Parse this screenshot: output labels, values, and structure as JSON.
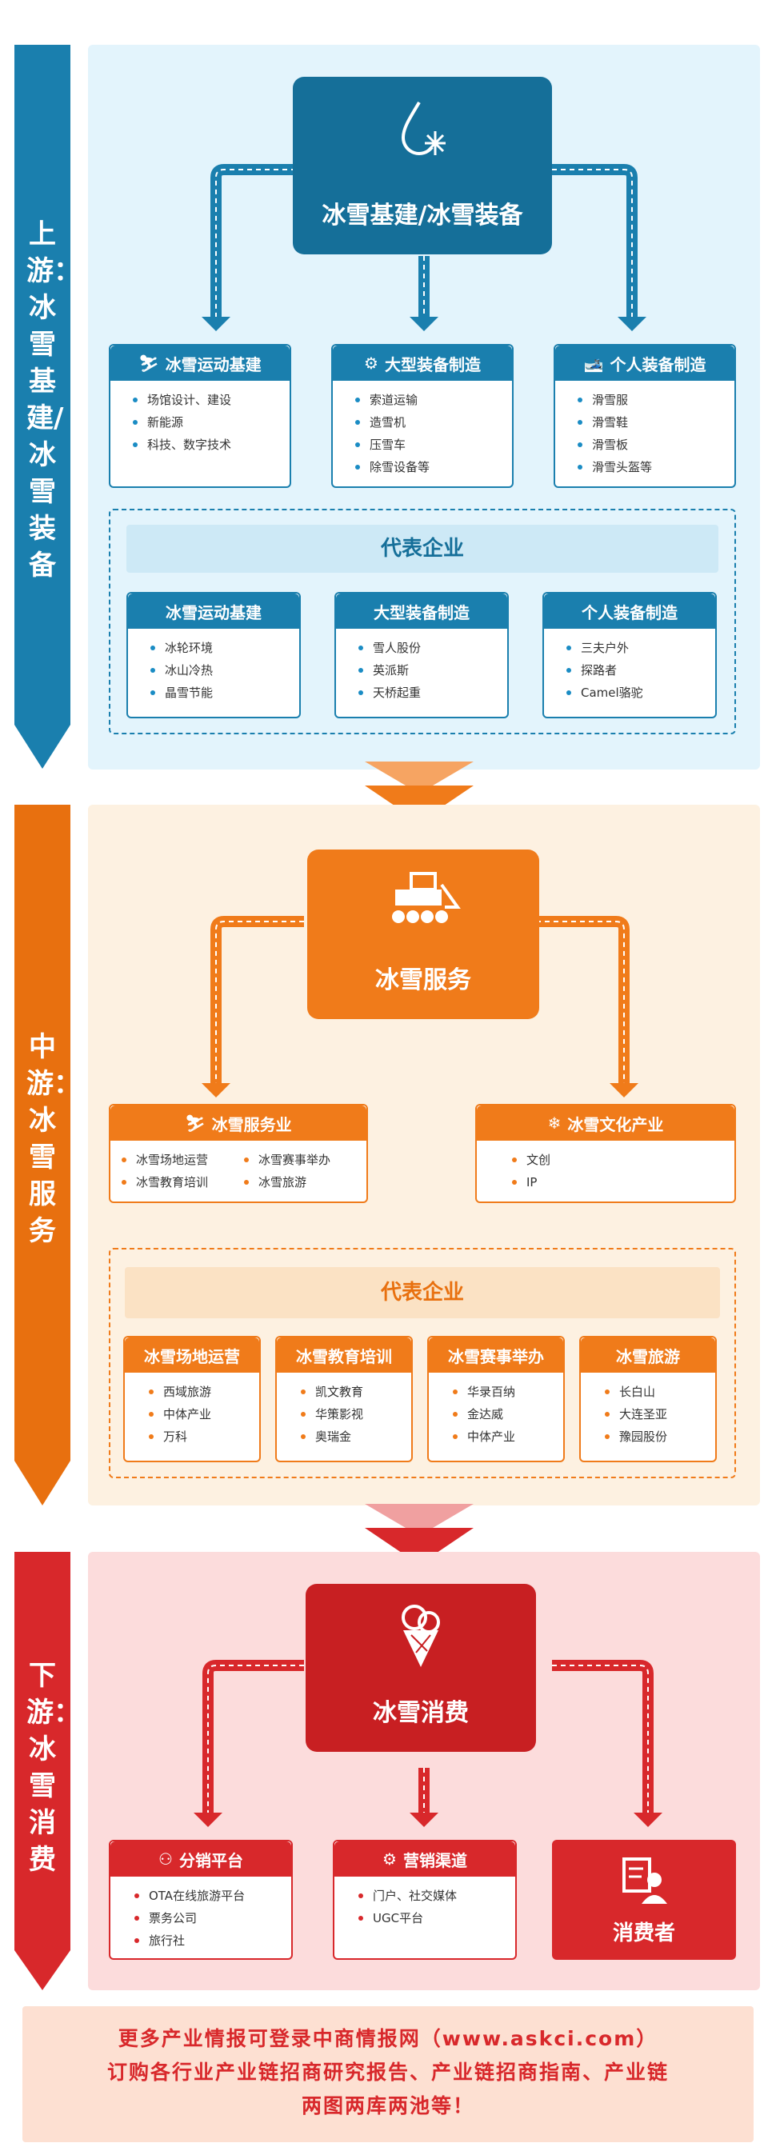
{
  "colors": {
    "blue": "#1a7fae",
    "orange": "#f07b1a",
    "red": "#d8282b"
  },
  "upstream": {
    "side_label": "上游：冰雪基建/冰雪装备",
    "hub_title": "冰雪基建/冰雪装备",
    "hub_icon": "water-drop-snowflake-icon",
    "cards": [
      {
        "title": "冰雪运动基建",
        "icon": "skier-icon",
        "items": [
          "场馆设计、建设",
          "新能源",
          "科技、数字技术"
        ]
      },
      {
        "title": "大型装备制造",
        "icon": "gear-icon",
        "items": [
          "索道运输",
          "造雪机",
          "压雪车",
          "除雪设备等"
        ]
      },
      {
        "title": "个人装备制造",
        "icon": "skier-person-icon",
        "items": [
          "滑雪服",
          "滑雪鞋",
          "滑雪板",
          "滑雪头盔等"
        ]
      }
    ],
    "rep_title": "代表企业",
    "rep_cards": [
      {
        "title": "冰雪运动基建",
        "items": [
          "冰轮环境",
          "冰山冷热",
          "晶雪节能"
        ]
      },
      {
        "title": "大型装备制造",
        "items": [
          "雪人股份",
          "英派斯",
          "天桥起重"
        ]
      },
      {
        "title": "个人装备制造",
        "items": [
          "三夫户外",
          "探路者",
          "Camel骆驼"
        ]
      }
    ]
  },
  "midstream": {
    "side_label": "中游：冰雪服务",
    "hub_title": "冰雪服务",
    "hub_icon": "snow-groomer-icon",
    "cards": [
      {
        "title": "冰雪服务业",
        "icon": "skier-icon",
        "items": [
          "冰雪场地运营",
          "冰雪赛事举办",
          "冰雪教育培训",
          "冰雪旅游"
        ]
      },
      {
        "title": "冰雪文化产业",
        "icon": "snowflake-icon",
        "items": [
          "文创",
          "IP"
        ]
      }
    ],
    "rep_title": "代表企业",
    "rep_cards": [
      {
        "title": "冰雪场地运营",
        "items": [
          "西域旅游",
          "中体产业",
          "万科"
        ]
      },
      {
        "title": "冰雪教育培训",
        "items": [
          "凯文教育",
          "华策影视",
          "奥瑞金"
        ]
      },
      {
        "title": "冰雪赛事举办",
        "items": [
          "华录百纳",
          "金达威",
          "中体产业"
        ]
      },
      {
        "title": "冰雪旅游",
        "items": [
          "长白山",
          "大连圣亚",
          "豫园股份"
        ]
      }
    ]
  },
  "downstream": {
    "side_label": "下游：冰雪消费",
    "hub_title": "冰雪消费",
    "hub_icon": "ice-cream-icon",
    "cards": [
      {
        "title": "分销平台",
        "icon": "network-icon",
        "items": [
          "OTA在线旅游平台",
          "票务公司",
          "旅行社"
        ]
      },
      {
        "title": "营销渠道",
        "icon": "channel-icon",
        "items": [
          "门户、社交媒体",
          "UGC平台"
        ]
      }
    ],
    "consumer": {
      "title": "消费者",
      "icon": "consumer-icon"
    }
  },
  "footer": {
    "line1": "更多产业情报可登录中商情报网（www.askci.com）",
    "line2": "订购各行业产业链招商研究报告、产业链招商指南、产业链",
    "line3": "两图两库两池等！"
  }
}
